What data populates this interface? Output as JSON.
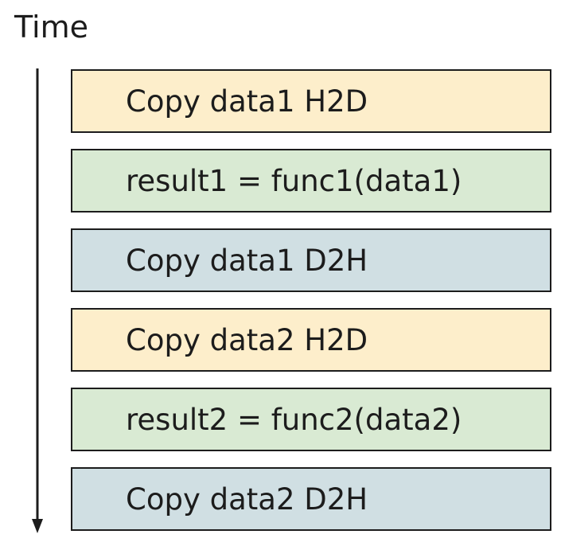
{
  "time_axis": {
    "label": "Time"
  },
  "colors": {
    "copy_h2d": "#fdeecb",
    "compute": "#d9ead3",
    "copy_d2h": "#d0dfe3",
    "stroke": "#1c1c1c"
  },
  "steps": [
    {
      "label": "Copy data1 H2D",
      "kind": "copy_h2d"
    },
    {
      "label": "result1 = func1(data1)",
      "kind": "compute"
    },
    {
      "label": "Copy data1 D2H",
      "kind": "copy_d2h"
    },
    {
      "label": "Copy data2 H2D",
      "kind": "copy_h2d"
    },
    {
      "label": "result2 = func2(data2)",
      "kind": "compute"
    },
    {
      "label": "Copy data2 D2H",
      "kind": "copy_d2h"
    }
  ]
}
